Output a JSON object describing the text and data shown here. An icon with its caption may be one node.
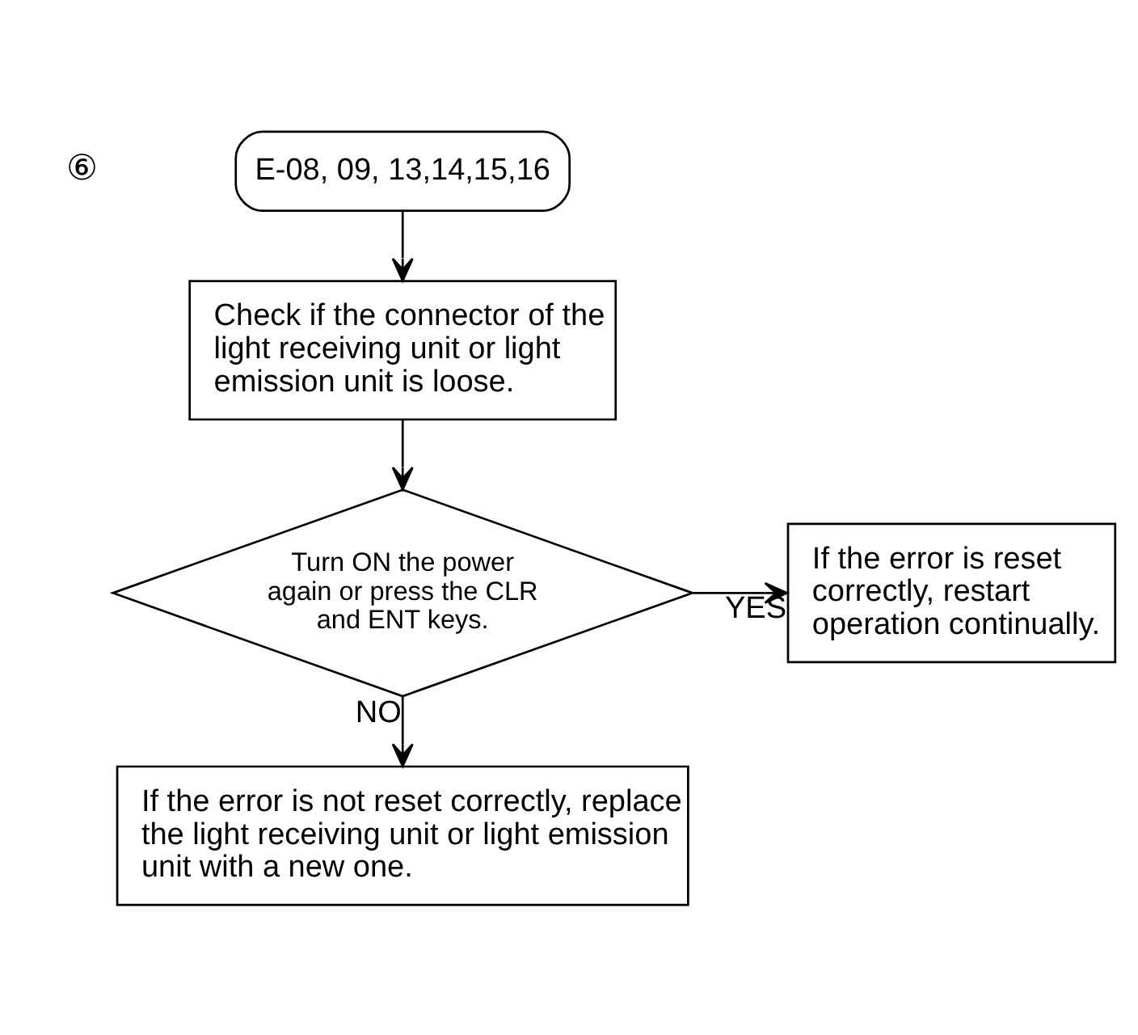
{
  "diagram": {
    "nodes": [
      {
        "text": [
          "E-08, 09, 13,14,15,16"
        ]
      },
      {
        "text": [
          "Check if the connector of the light receiving unit or light emission unit is loose."
        ]
      },
      {
        "text": [
          "Turn ON the power again or press the CLR and ENT keys."
        ]
      },
      {
        "text": [
          "If the error is reset correctly, restart operation continually."
        ]
      },
      {
        "text": [
          "If the error is not reset correctly, replace the light receiving unit or light emission unit with a new one."
        ]
      }
    ],
    "edges": [
      {
        "from": 0,
        "to": 1,
        "arrow": "to"
      },
      {
        "from": 1,
        "to": 2,
        "arrow": "to"
      },
      {
        "from": 2,
        "to": 3,
        "arrow": "to",
        "label": "YES"
      },
      {
        "from": 2,
        "to": 4,
        "arrow": "to",
        "label": "NO"
      }
    ],
    "labels": [
      "⑥"
    ]
  }
}
